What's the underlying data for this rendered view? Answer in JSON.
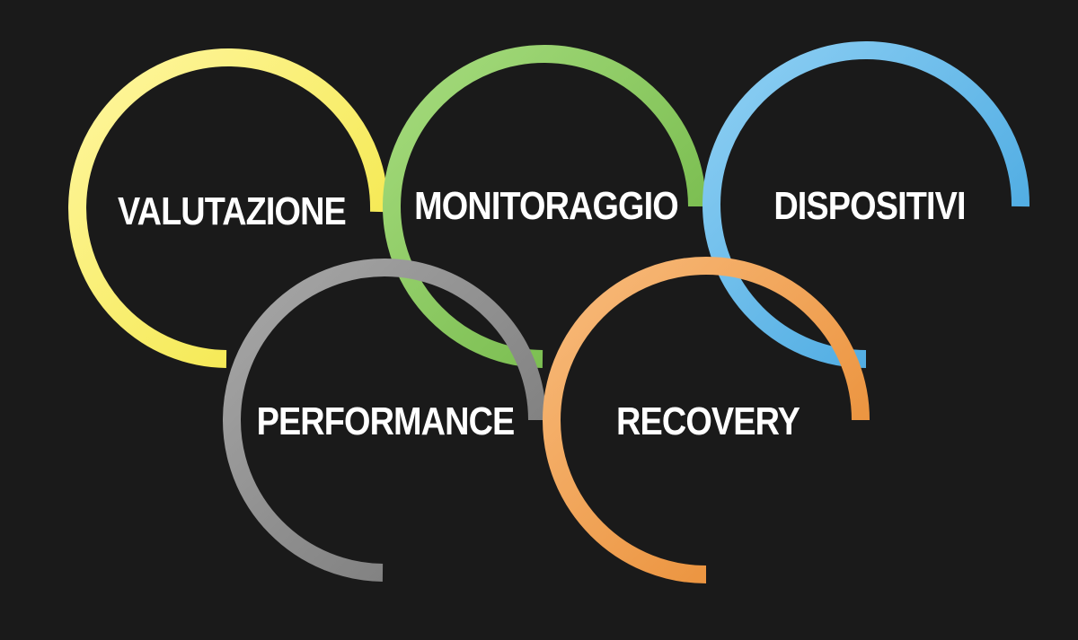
{
  "rings": [
    {
      "id": "valutazione",
      "label": "VALUTAZIONE",
      "color": "#f2e640",
      "highlight": "#fff6a0"
    },
    {
      "id": "monitoraggio",
      "label": "MONITORAGGIO",
      "color": "#6fb544",
      "highlight": "#a6dc7e"
    },
    {
      "id": "dispositivi",
      "label": "DISPOSITIVI",
      "color": "#3fa3de",
      "highlight": "#8fd0f4"
    },
    {
      "id": "performance",
      "label": "PERFORMANCE",
      "color": "#767676",
      "highlight": "#a8a8a8"
    },
    {
      "id": "recovery",
      "label": "RECOVERY",
      "color": "#e8892e",
      "highlight": "#f8bb7c"
    }
  ]
}
